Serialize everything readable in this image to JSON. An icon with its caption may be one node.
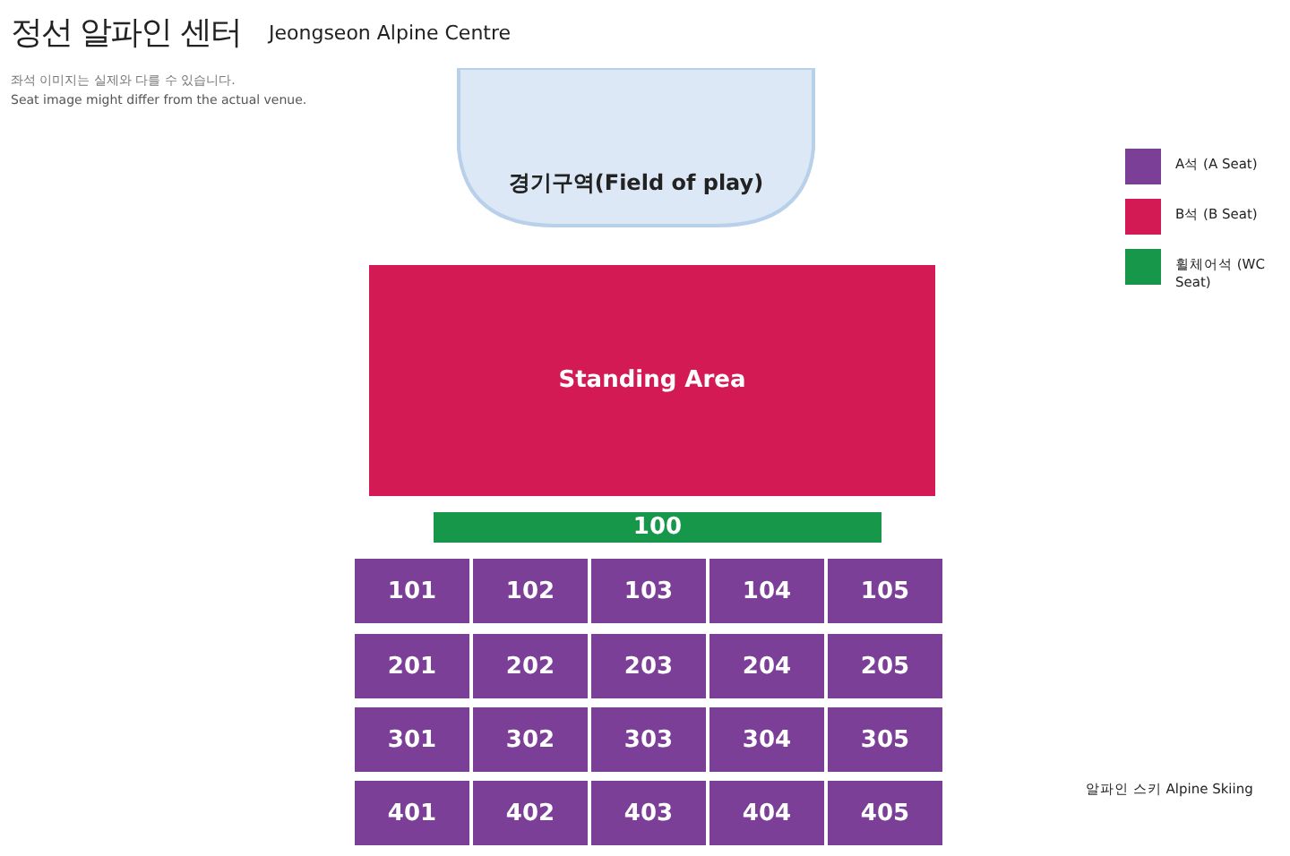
{
  "diagram": {
    "title": "정선 알파인 센터",
    "nodes": [
      {
        "text": [
          "경기구역(Field of play)"
        ]
      },
      {
        "text": [
          "Standing Area"
        ]
      },
      {
        "text": [
          "100"
        ]
      },
      {
        "text": [
          "101"
        ]
      },
      {
        "text": [
          "102"
        ]
      },
      {
        "text": [
          "103"
        ]
      },
      {
        "text": [
          "104"
        ]
      },
      {
        "text": [
          "105"
        ]
      },
      {
        "text": [
          "201"
        ]
      },
      {
        "text": [
          "202"
        ]
      },
      {
        "text": [
          "203"
        ]
      },
      {
        "text": [
          "204"
        ]
      },
      {
        "text": [
          "205"
        ]
      },
      {
        "text": [
          "301"
        ]
      },
      {
        "text": [
          "302"
        ]
      },
      {
        "text": [
          "303"
        ]
      },
      {
        "text": [
          "304"
        ]
      },
      {
        "text": [
          "305"
        ]
      },
      {
        "text": [
          "401"
        ]
      },
      {
        "text": [
          "402"
        ]
      },
      {
        "text": [
          "403"
        ]
      },
      {
        "text": [
          "404"
        ]
      },
      {
        "text": [
          "405"
        ]
      }
    ],
    "labels": [
      "Jeongseon Alpine Centre",
      "좌석 이미지는 실제와 다를 수 있습니다.",
      "Seat image might differ from the actual venue.",
      "알파인 스키 Alpine Skiing"
    ],
    "legend": [
      {
        "text": "A석 (A Seat)",
        "color": "#7b3f98"
      },
      {
        "text": "B석 (B Seat)",
        "color": "#d31a55"
      },
      {
        "text": "휠체어석 (WC Seat)",
        "color": "#17974a"
      }
    ]
  }
}
